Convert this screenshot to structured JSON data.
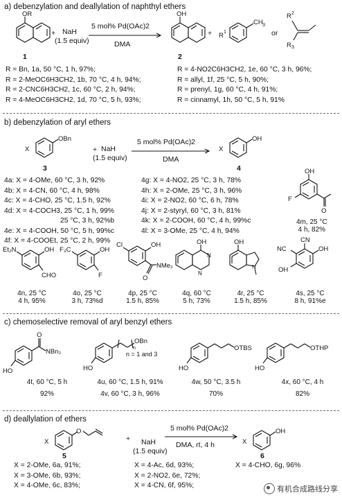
{
  "a": {
    "title": "a) debenzylation and deallylation of naphthyl ethers",
    "plus1": "+",
    "nah": "NaH",
    "nah_equiv": "(1.5 equiv)",
    "catalyst": "5 mol% Pd(OAc)2",
    "solvent": "DMA",
    "plus2": "+",
    "or": "or",
    "sm_num": "1",
    "pr_num": "2",
    "left_rows": [
      "R = Bn, 1a, 50 °C, 1 h, 97%;",
      "R = 2-MeOC6H3CH2, 1b, 70 °C, 4 h, 94%;",
      "R = 2-CNC6H3CH2, 1c, 60 °C, 2 h, 94%;",
      "R = 4-MeOC6H3CH2, 1d, 70 °C, 5 h, 93%;"
    ],
    "right_rows": [
      "R = 4-NO2C6H3CH2, 1e, 60 °C, 3 h, 96%;",
      "R = allyl, 1f, 25 °C, 5 h, 90%;",
      "R = prenyl, 1g, 60 °C, 4 h, 91%;",
      "R = cinnamyl, 1h, 50 °C, 5 h, 91%"
    ]
  },
  "b": {
    "title": "b) debenzylation of aryl ethers",
    "plus": "+",
    "nah": "NaH",
    "nah_equiv": "(1.5 equiv)",
    "catalyst": "5 mol% Pd(OAc)2",
    "solvent": "DMA",
    "sm_num": "3",
    "pr_num": "4",
    "left_rows": [
      "4a: X = 4-OMe, 60 °C, 3 h, 92%",
      "4b: X = 4-CN, 60 °C, 4 h, 98%",
      "4c: X = 4-CHO, 25 °C, 1.5 h, 92%",
      "4d: X = 4-COCH3, 25 °C, 1 h, 99%",
      "25 °C, 3 h, 92%b",
      "4e: X = 4-COOH, 50 °C, 5 h, 99%c",
      "4f: X = 4-COOEt, 25 °C, 2 h, 99%"
    ],
    "right_rows": [
      "4g: X = 4-NO2, 25 °C, 3 h, 78%",
      "4h: X = 2-OMe, 25 °C, 3 h, 96%",
      "4i: X = 2-NO2, 60 °C, 6 h, 78%",
      "4j: X = 2-styryl, 60 °C, 3 h, 81%",
      "4k: X = 2-COOH, 60 °C, 4 h, 99%c",
      "4l: X = 3-OMe, 25 °C, 4 h, 94%"
    ],
    "m_caption": [
      "4m, 25 °C",
      "4 h, 82%"
    ],
    "captions": [
      {
        "id": "4n",
        "l1": "4n, 25 °C",
        "l2": "4 h, 95%"
      },
      {
        "id": "4o",
        "l1": "4o, 25 °C",
        "l2": "3 h, 73%d"
      },
      {
        "id": "4p",
        "l1": "4p, 25 °C",
        "l2": "1.5 h, 85%"
      },
      {
        "id": "4q",
        "l1": "4q, 60 °C",
        "l2": "5 h, 73%"
      },
      {
        "id": "4r",
        "l1": "4r, 25 °C",
        "l2": "1.5 h, 85%"
      },
      {
        "id": "4s",
        "l1": "4s, 25 °C",
        "l2": "8 h, 91%e"
      }
    ]
  },
  "c": {
    "title": "c) chemoselective removal of aryl benzyl ethers",
    "n_label": "n = 1 and 3",
    "captions": [
      {
        "id": "4t",
        "l1": "4t, 60 °C, 5 h",
        "l2": "92%"
      },
      {
        "id": "4u",
        "l1": "4u, 60 °C, 1.5 h, 91%",
        "l2": "4v, 60 °C, 3 h, 96%"
      },
      {
        "id": "4w",
        "l1": "4w, 50 °C, 3.5 h",
        "l2": "70%"
      },
      {
        "id": "4x",
        "l1": "4x, 60 °C, 4 h",
        "l2": "82%"
      }
    ]
  },
  "d": {
    "title": "d) deallylation of ethers",
    "plus": "+",
    "nah": "NaH",
    "nah_equiv": "(1.5 equiv)",
    "catalyst": "5 mol% Pd(OAc)2",
    "conditions": "DMA, rt, 4 h",
    "sm_num": "5",
    "pr_num": "6",
    "col1": [
      "X = 2-OMe, 6a, 91%;",
      "X = 3-OMe, 6b, 93%;",
      "X = 4-OMe, 6c, 83%;"
    ],
    "col2": [
      "X = 4-Ac, 6d, 93%;",
      "X = 2-NO2, 6e, 72%;",
      "X = 4-CN, 6f, 95%;"
    ],
    "col3": [
      "X = 4-CHO, 6g, 96%"
    ]
  },
  "watermark": "有机合成路线分享"
}
